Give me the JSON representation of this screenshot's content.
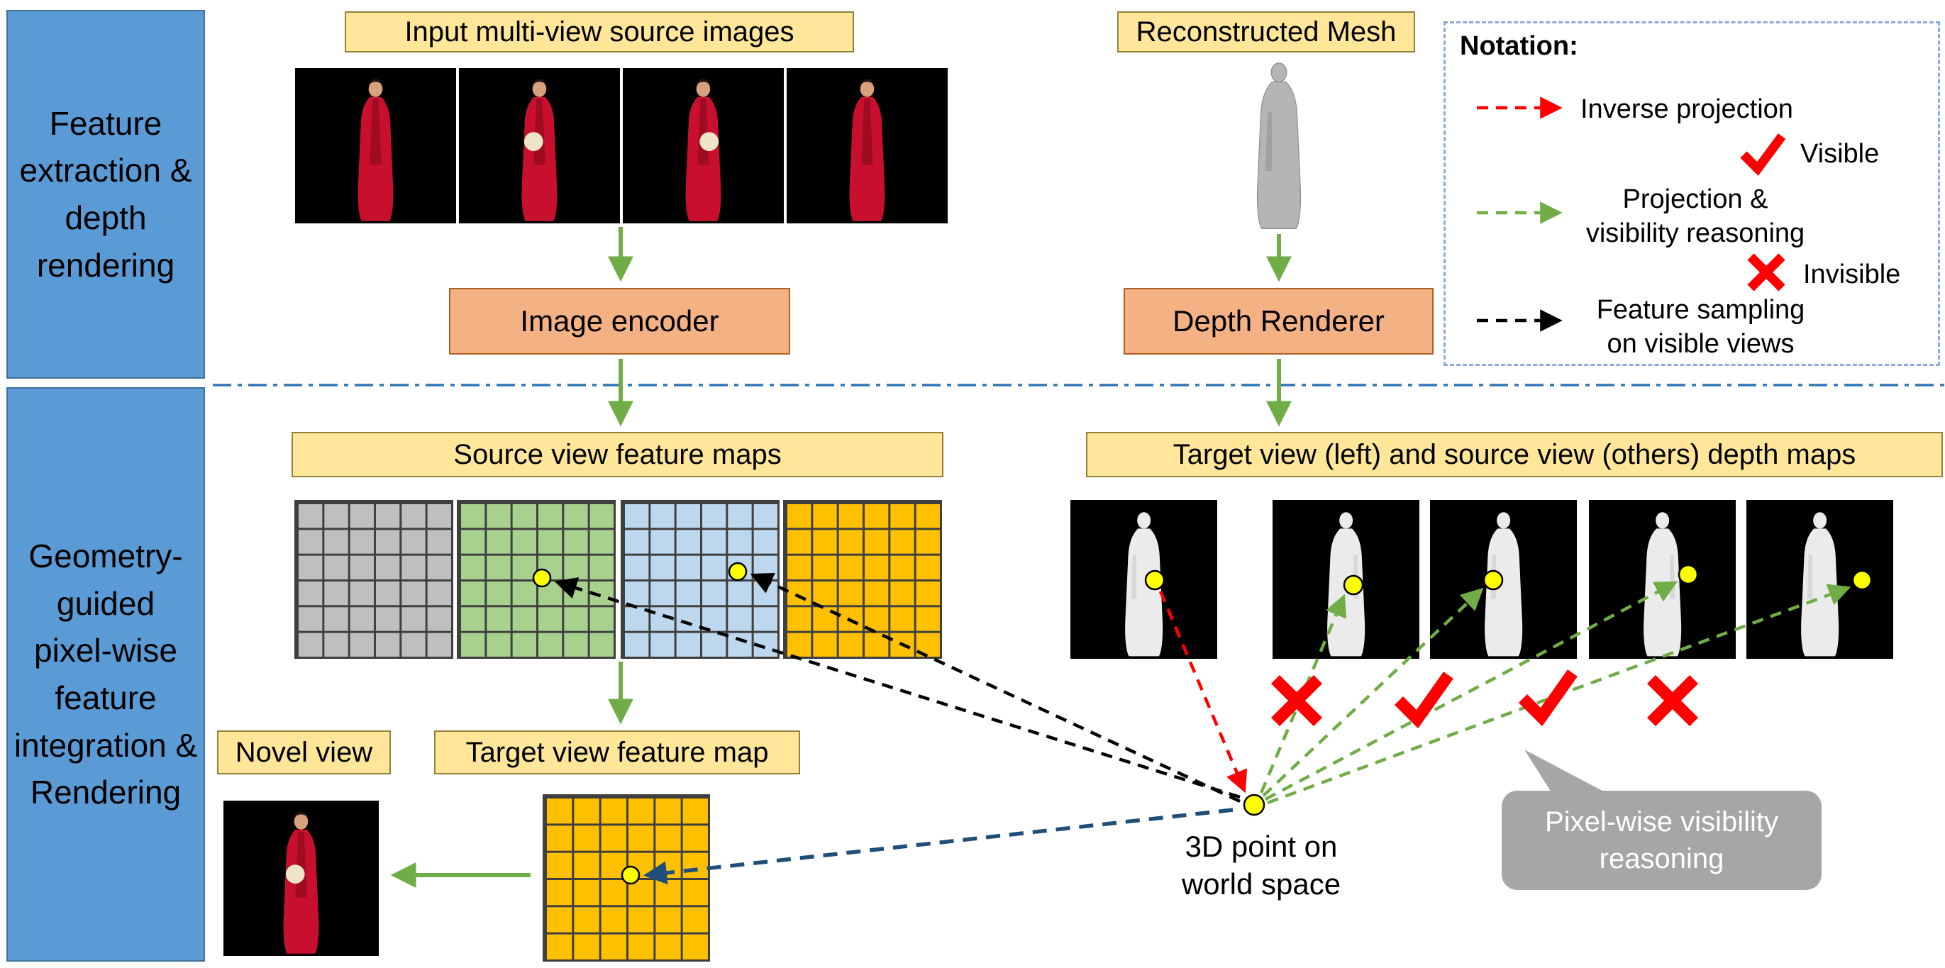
{
  "stages": {
    "stage1": "Feature extraction & depth rendering",
    "stage2": "Geometry-guided pixel-wise feature integration & Rendering"
  },
  "pipeline": {
    "input_images_label": "Input multi-view source images",
    "image_encoder_label": "Image encoder",
    "reconstructed_mesh_label": "Reconstructed Mesh",
    "depth_renderer_label": "Depth Renderer",
    "source_feature_maps_label": "Source view feature maps",
    "novel_view_label": "Novel view",
    "target_feature_map_label": "Target view feature map",
    "depth_maps_label": "Target view (left) and source view (others) depth maps",
    "world_point_label": "3D point on world space",
    "visibility_bubble_label": "Pixel-wise visibility reasoning",
    "visibility_marks": [
      "invisible",
      "visible",
      "visible",
      "invisible"
    ]
  },
  "legend": {
    "title": "Notation:",
    "inverse_projection": "Inverse projection",
    "visible": "Visible",
    "projection_visibility": "Projection & visibility reasoning",
    "invisible": "Invisible",
    "feature_sampling": "Feature sampling on visible views"
  },
  "colors": {
    "stage_blue": "#5B9BD5",
    "label_yellow": "#FFE699",
    "process_orange": "#F4B183",
    "flow_green": "#70AD47",
    "marker_red": "#FF0000",
    "sampling_black": "#000000",
    "target_arrow_navy": "#1F4E79",
    "grid_gray": "#BFBFBF",
    "grid_green": "#A9D18E",
    "grid_blue": "#BDD7EE",
    "grid_orange": "#FFC000",
    "bubble_gray": "#A6A6A6",
    "point_yellow": "#FFFF00",
    "divider_blue": "#2E75B6"
  }
}
